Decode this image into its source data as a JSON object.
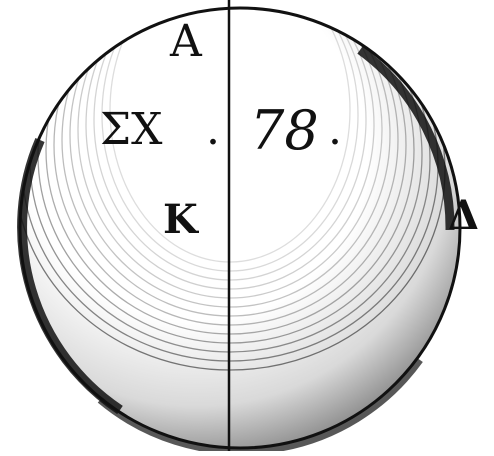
{
  "figure": {
    "label_sigma_chi": "ΣΧ",
    "label_dot": ".",
    "figure_number": "78",
    "point_a": "A",
    "point_k": "K",
    "point_delta": "Δ"
  },
  "colors": {
    "ink": "#111111",
    "paper": "#ffffff"
  }
}
